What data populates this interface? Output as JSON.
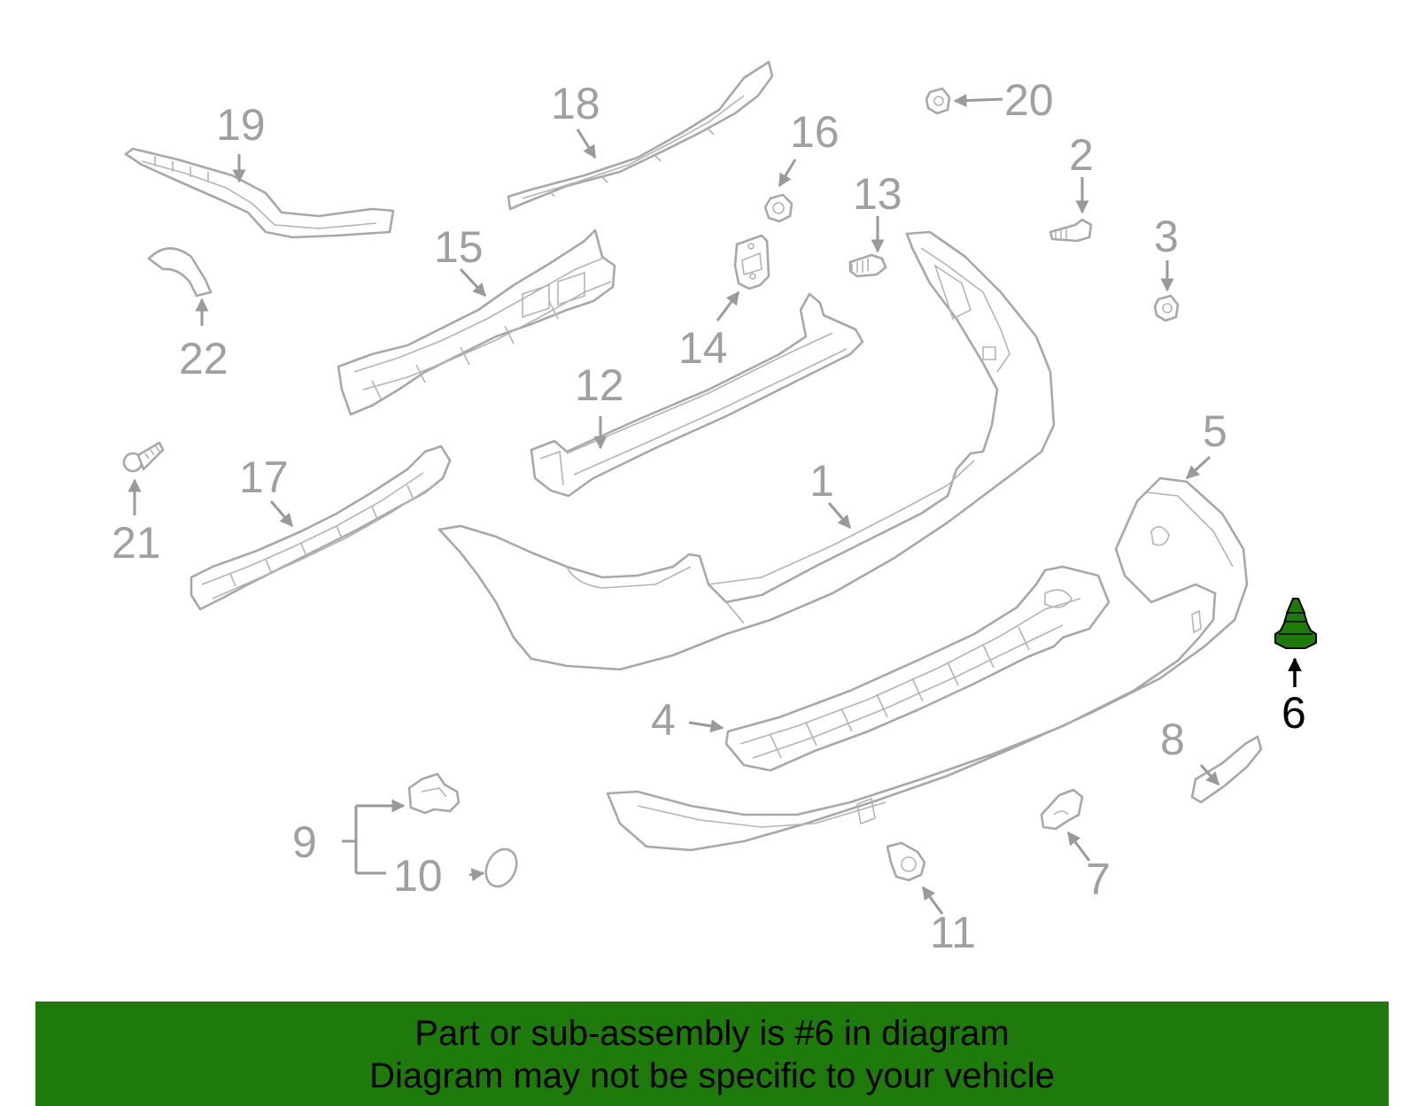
{
  "diagram": {
    "callouts": [
      {
        "id": "1",
        "label": "1"
      },
      {
        "id": "2",
        "label": "2"
      },
      {
        "id": "3",
        "label": "3"
      },
      {
        "id": "4",
        "label": "4"
      },
      {
        "id": "5",
        "label": "5"
      },
      {
        "id": "6",
        "label": "6",
        "highlighted": true
      },
      {
        "id": "7",
        "label": "7"
      },
      {
        "id": "8",
        "label": "8"
      },
      {
        "id": "9",
        "label": "9"
      },
      {
        "id": "10",
        "label": "10"
      },
      {
        "id": "11",
        "label": "11"
      },
      {
        "id": "12",
        "label": "12"
      },
      {
        "id": "13",
        "label": "13"
      },
      {
        "id": "14",
        "label": "14"
      },
      {
        "id": "15",
        "label": "15"
      },
      {
        "id": "16",
        "label": "16"
      },
      {
        "id": "17",
        "label": "17"
      },
      {
        "id": "18",
        "label": "18"
      },
      {
        "id": "19",
        "label": "19"
      },
      {
        "id": "20",
        "label": "20"
      },
      {
        "id": "21",
        "label": "21"
      },
      {
        "id": "22",
        "label": "22"
      }
    ],
    "highlight_color": "#1d7a0b",
    "line_color": "#a8a8a8"
  },
  "banner": {
    "line1": "Part or sub-assembly is #6 in diagram",
    "line2": "Diagram may not be specific to your vehicle",
    "background": "#1d7a0b"
  }
}
